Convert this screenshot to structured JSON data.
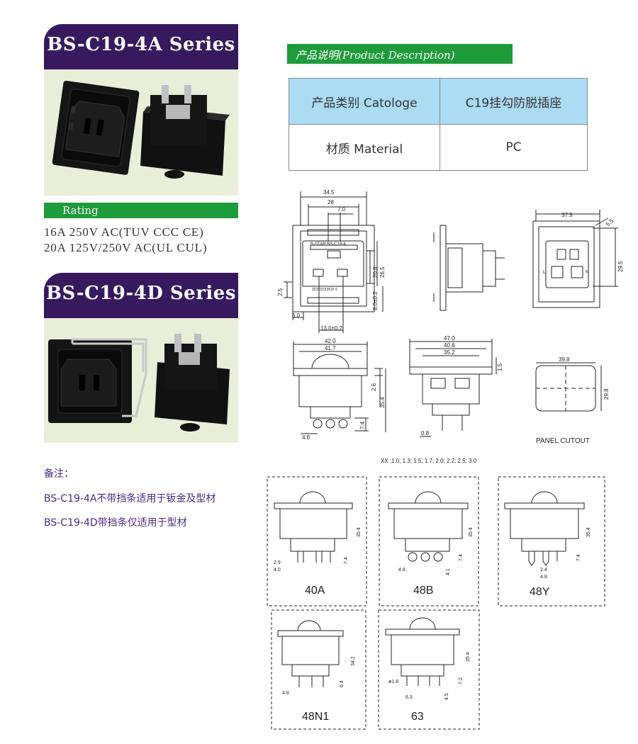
{
  "series_a": {
    "title": "BS-C19-4A Series"
  },
  "series_d": {
    "title": "BS-C19-4D Series"
  },
  "rating": {
    "label": "Rating",
    "lines": [
      "16A 250V AC(TUV  CCC CE)",
      "20A 125V/250V AC(UL CUL)"
    ]
  },
  "description": {
    "header": "产品说明(Product Description)",
    "rows": [
      {
        "name": "产品类别 Catologe",
        "value": "C19挂勾防脱插座"
      },
      {
        "name": "材质 Material",
        "value": "PC"
      }
    ]
  },
  "notes": {
    "title": "备注：",
    "lines": [
      "BS-C19-4A不带挡条适用于钣金及型材",
      "BS-C19-4D带挡条仅适用于型材"
    ]
  },
  "dims_top": {
    "w345": "34.5",
    "w28": "28",
    "w70": "7.0",
    "h208": "20.8",
    "h265": "26.5",
    "h80": "8.0±0.2",
    "w25": "2.5",
    "w60": "6.0",
    "w130": "13.0±0.2",
    "label_top": "B-STAR  BS-C19-4",
    "label_code": "ZD202153515 6",
    "right_375": "37.5",
    "right_55": "5.5",
    "right_295": "29.5",
    "right_L": "L",
    "right_N": "N"
  },
  "dims_mid": {
    "w420": "42.0",
    "w417": "41.7",
    "h26": "2.6",
    "h354": "35.4",
    "h74": "7.4",
    "w48": "4.8",
    "w470": "47.0",
    "w408": "40.8",
    "w352": "35.2",
    "h15": "1.5",
    "w08": "0.8",
    "cut_w": "39.8",
    "cut_h": "29.8",
    "panel_cutout": "PANEL  CUTOUT"
  },
  "xx_note": "XX :1.0;  1.3;  1.5;  1.7;  2.0;  2.2;  2.5;  3.0",
  "terminals": [
    {
      "label": "40A",
      "h": "35.4",
      "d1": "2.9",
      "d2": "4.0",
      "d3": "7.4"
    },
    {
      "label": "48B",
      "h": "35.4",
      "d1": "4.8",
      "d2": "4.1",
      "d3": "7.4"
    },
    {
      "label": "48Y",
      "h": "35.4",
      "d1": "2.4",
      "d2": "4.8",
      "d3": "7.4"
    },
    {
      "label": "48N1",
      "h": "34.2",
      "d1": "4.8",
      "d2": "6.4"
    },
    {
      "label": "63",
      "h": "35.4",
      "d1": "ø1.8",
      "d2": "6.3",
      "d3": "4.5",
      "d4": "7.2"
    }
  ],
  "colors": {
    "header_purple": "#37195e",
    "green_bar": "#1e9b3a",
    "table_blue": "#abdcf4",
    "note_purple": "#4b2a86"
  }
}
